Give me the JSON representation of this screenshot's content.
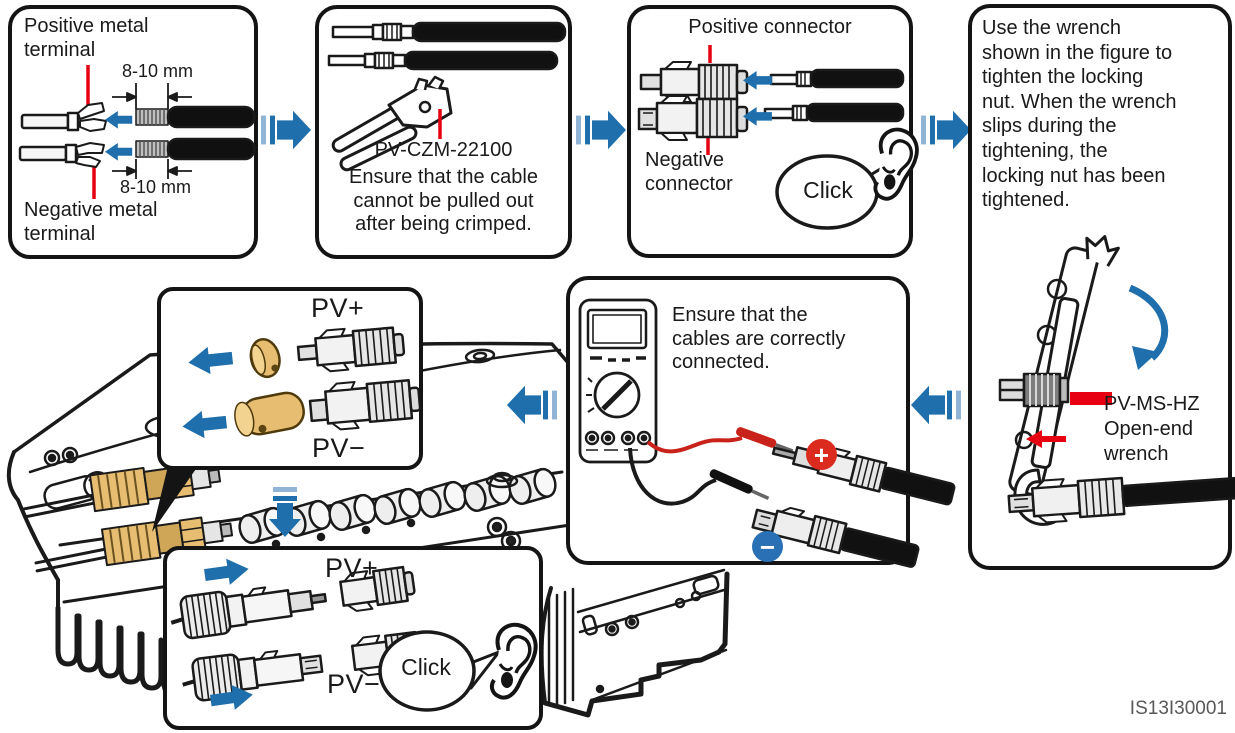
{
  "figure_id": "IS13I30001",
  "colors": {
    "arrow_blue": "#1F6FAC",
    "arrow_blue_light": "#8FB4D6",
    "leader_red": "#E60012",
    "cap_tan": "#E7BD72",
    "plus_red": "#DB2B1E",
    "minus_blue": "#2A70B5",
    "line_black": "#1A1A1A",
    "id_gray": "#595959"
  },
  "panels": {
    "terminals": {
      "positive_label": "Positive metal\nterminal",
      "negative_label": "Negative metal\nterminal",
      "strip_length": "8-10 mm"
    },
    "crimp": {
      "tool_model": "PV-CZM-22100",
      "note": "Ensure that the cable\ncannot be pulled out\nafter being crimped."
    },
    "connectors": {
      "positive_label": "Positive connector",
      "negative_label": "Negative\nconnector",
      "click_label": "Click"
    },
    "locking_nut": {
      "note": "Use the wrench\nshown in the figure to\ntighten the locking\nnut. When the wrench\nslips during the\ntightening, the\nlocking nut has been\ntightened.",
      "wrench_label": "PV-MS-HZ\nOpen-end\nwrench"
    },
    "check": {
      "note": "Ensure that the\ncables are correctly\nconnected.",
      "plus_symbol": "+",
      "minus_symbol": "−"
    },
    "remove_caps": {
      "pv_plus": "PV+",
      "pv_minus": "PV−"
    },
    "insert_connectors": {
      "pv_plus": "PV+",
      "pv_minus": "PV−",
      "click_label": "Click"
    }
  }
}
